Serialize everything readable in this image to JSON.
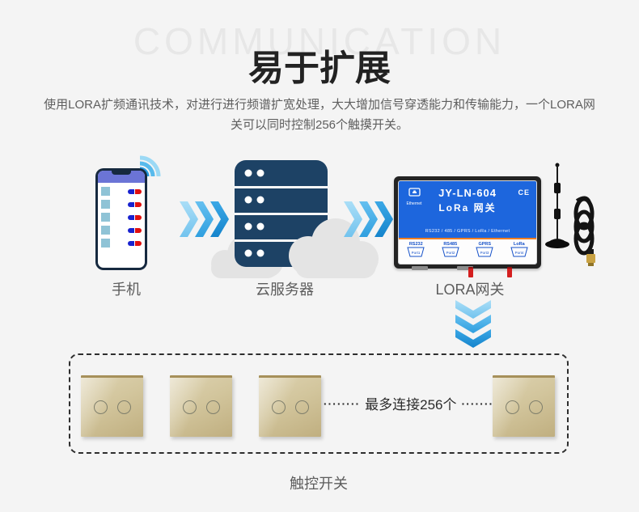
{
  "header": {
    "watermark": "COMMUNICATION",
    "title": "易于扩展",
    "description": "使用LORA扩频通讯技术，对进行进行频谱扩宽处理，大大增加信号穿透能力和传输能力，一个LORA网关可以同时控制256个触摸开关。"
  },
  "flow": {
    "phone_label": "手机",
    "server_label": "云服务器",
    "gateway_label": "LORA网关"
  },
  "gateway": {
    "model": "JY-LN-604",
    "name": "LoRa 网关",
    "ce_mark": "CE",
    "ethernet_label": "Ethernet",
    "interfaces": "RS232 / 485 / GPRS / LoRa / Ethernet",
    "ports": [
      {
        "label": "RS232",
        "port": "Port1"
      },
      {
        "label": "RS485",
        "port": "Port2"
      },
      {
        "label": "GPRS",
        "port": "Port3"
      },
      {
        "label": "LoRa",
        "port": "Port4"
      }
    ]
  },
  "switch_section": {
    "dots_left": "········",
    "max_connect": "最多连接256个",
    "dots_right": "·······",
    "label": "触控开关"
  },
  "colors": {
    "background": "#f4f4f4",
    "arrow_blue_light": "#9bd9f5",
    "arrow_blue_dark": "#1584cc",
    "server_navy": "#1d4265",
    "cloud_gray": "#e3e3e3",
    "gateway_panel_blue": "#1d66dd",
    "divider_orange": "#f07f23",
    "switch_gold": "#d2c59c",
    "toggle_blue": "#1822cf",
    "toggle_red": "#e01010",
    "phone_header_purple": "#6b74d6"
  }
}
